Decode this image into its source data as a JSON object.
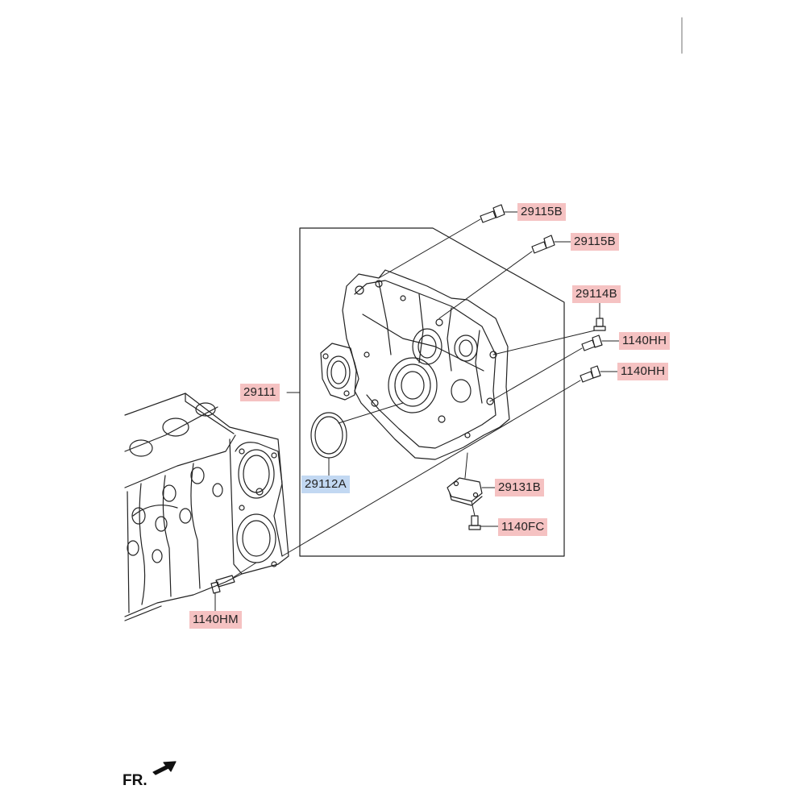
{
  "labels": {
    "p29115B_a": "29115B",
    "p29115B_b": "29115B",
    "p29114B": "29114B",
    "p1140HH_a": "1140HH",
    "p1140HH_b": "1140HH",
    "p29111": "29111",
    "p29112A": "29112A",
    "p29131B": "29131B",
    "p1140FC": "1140FC",
    "p1140HM": "1140HM"
  },
  "direction_marker": "FR.",
  "colors": {
    "highlight_pink": "#f5c2c2",
    "highlight_blue": "#c2d8f2",
    "line": "#222222"
  }
}
